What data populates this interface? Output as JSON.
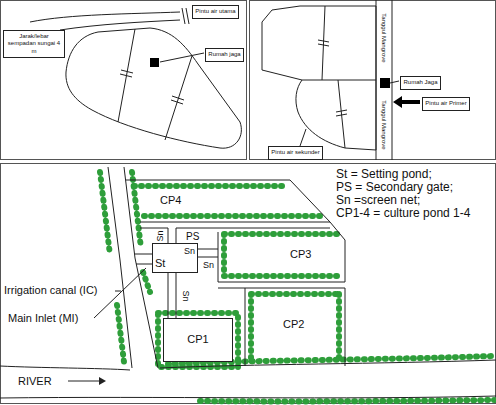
{
  "diagram": {
    "nodes": [
      {
        "text": [
          "Jarak/lebar sempadan sungai 4 m"
        ]
      },
      {
        "text": [
          "Pintu air utama"
        ]
      },
      {
        "text": [
          "Rumah jaga"
        ]
      },
      {
        "text": [
          "Rumah Jaga"
        ]
      },
      {
        "text": [
          "Pintu air Primer"
        ]
      },
      {
        "text": [
          "Pintu air sekunder"
        ]
      },
      {
        "text": [
          "Sn",
          "St"
        ]
      },
      {
        "text": [
          "CP1"
        ]
      }
    ],
    "labels": [
      "Tanggul Mangrove",
      "Tanggul Mangrove",
      "CP4",
      "CP3",
      "PS",
      "Sn",
      "Sn",
      "CP2",
      "Sn",
      "Irrigation canal (IC)",
      "Main Inlet (MI)",
      "RIVER"
    ],
    "legend": [
      {
        "text": "St = Setting pond;"
      },
      {
        "text": "PS = Secondary gate;"
      },
      {
        "text": "Sn =screen net;"
      },
      {
        "text": "CP1-4 = culture pond 1-4"
      }
    ]
  }
}
